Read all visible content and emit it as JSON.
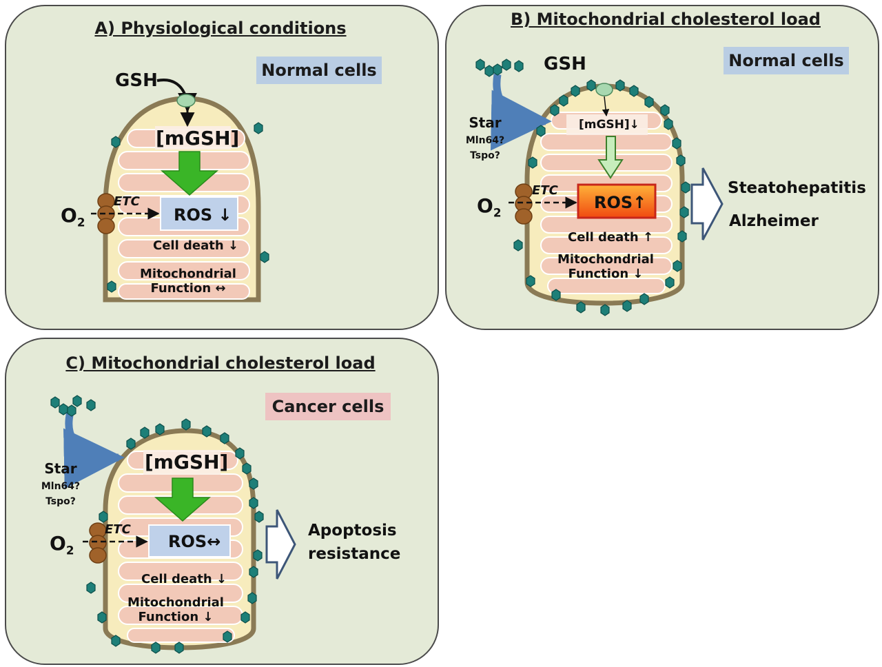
{
  "panels": [
    {
      "title": "A) Physiological conditions",
      "badge": "Normal cells",
      "gsh": "GSH",
      "mgsh": "[mGSH]",
      "etc": "ETC",
      "o2": "O",
      "o2_sub": "2",
      "ros": "ROS ↓",
      "cell_death": "Cell death ↓",
      "mito_line1": "Mitochondrial",
      "mito_line2": "Function ↔"
    },
    {
      "title": "B) Mitochondrial cholesterol load",
      "badge": "Normal cells",
      "gsh": "GSH",
      "star": "Star",
      "mln": "Mln64?",
      "tspo": "Tspo?",
      "mgsh": "[mGSH]↓",
      "etc": "ETC",
      "o2": "O",
      "o2_sub": "2",
      "ros": "ROS↑",
      "cell_death": "Cell death ↑",
      "mito_line1": "Mitochondrial",
      "mito_line2": "Function ↓",
      "outcome1": "Steatohepatitis",
      "outcome2": "Alzheimer"
    },
    {
      "title": "C) Mitochondrial cholesterol load",
      "badge": "Cancer cells",
      "star": "Star",
      "mln": "Mln64?",
      "tspo": "Tspo?",
      "mgsh": "[mGSH]",
      "etc": "ETC",
      "o2": "O",
      "o2_sub": "2",
      "ros": "ROS↔",
      "cell_death": "Cell death ↓",
      "mito_line1": "Mitochondrial",
      "mito_line2": "Function ↓",
      "outcome1": "Apoptosis",
      "outcome2": "resistance"
    }
  ],
  "colors": {
    "panel_bg": "#e4ead7",
    "membrane": "#8a7a55",
    "matrix": "#f7ecbd",
    "cristae": "#f2c9b8",
    "ros_normal": "#bfd1ea",
    "ros_high": "#f5621a",
    "green_arrow": "#3ab527",
    "cholesterol": "#1e7f78",
    "star_arrow": "#4f7fb8",
    "etc_brown": "#a0622a"
  },
  "icons": [
    "gsh-transporter-icon",
    "etc-complex-icon",
    "cholesterol-dot-icon",
    "outcome-arrow-icon"
  ]
}
